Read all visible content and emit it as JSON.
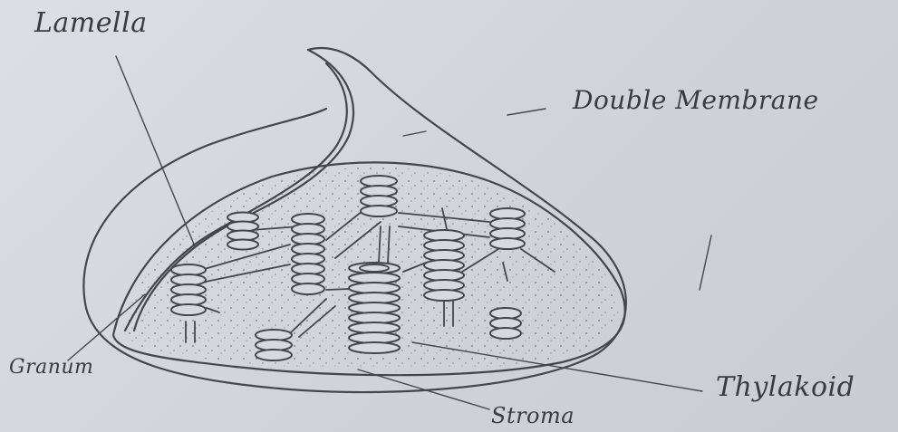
{
  "labels": {
    "lamella": "Lamella",
    "double_membrane": "Double Membrane",
    "granum": "Granum",
    "stroma": "Stroma",
    "thylakoid": "Thylakoid"
  },
  "colors": {
    "paper": "#d3d6dc",
    "ink": "#45454f"
  }
}
